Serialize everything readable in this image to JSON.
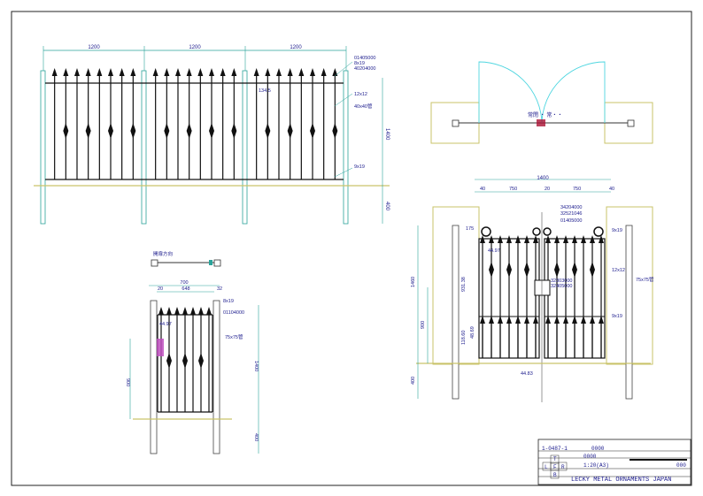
{
  "front_view": {
    "span_labels": [
      "1200",
      "1200",
      "1200"
    ],
    "part_codes": [
      "01405000",
      "8x19",
      "40204000"
    ],
    "pitch_label": "134.5",
    "bar_label": "12x12",
    "post_label": "40x40管",
    "height_label": "1400",
    "rail_label": "9x19",
    "ground_label": "400"
  },
  "plan_view": {
    "caption": "常閉 ・ 常・・"
  },
  "single_gate": {
    "swing_label": "開扉方向",
    "width_label": "700",
    "inner_label": "648",
    "left_gap": "20",
    "right_gap": "32",
    "code_a": "8x19",
    "code_b": "01104000",
    "post_label": "75x75管",
    "height_label": "1400",
    "handle_height": "900",
    "ground_label": "400",
    "latch_label": "44.97"
  },
  "double_gate": {
    "width_label": "1400",
    "segments": [
      "40",
      "750",
      "20",
      "750",
      "40"
    ],
    "code_a": "34204000",
    "code_b": "32521046",
    "code_c": "01405000",
    "top_gap": "175",
    "code_d": "9x19",
    "bar_label": "12x12",
    "post_label": "75x75管",
    "lock_a": "32303000",
    "lock_b": "32405000",
    "height_label": "1460",
    "lock_height": "900",
    "offset_a": "931.38",
    "bottom_a": "118.60",
    "bottom_b": "48.69",
    "code_e": "9x19",
    "latch_label": "44.97",
    "bottom_label": "44.83",
    "ground_label": "400"
  },
  "title_block": {
    "drawing_no": "1-0487-1",
    "field_1": "0000",
    "field_2": "0000",
    "scale": "1:20(A3)",
    "logo_letters": [
      "T",
      "L",
      "F",
      "R",
      "B"
    ],
    "company": "LECKY METAL ORNAMENTS JAPAN",
    "date": "000"
  }
}
